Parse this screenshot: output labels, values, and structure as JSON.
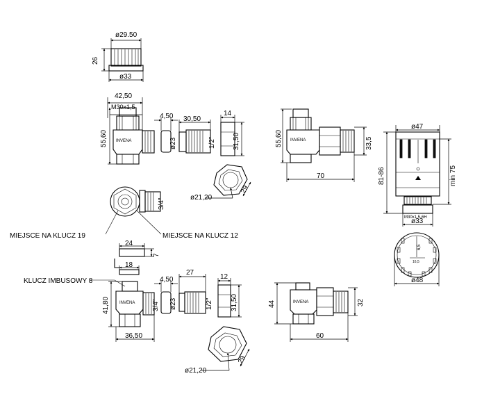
{
  "dims": {
    "d29_50": "ø29.50",
    "h26": "26",
    "d33_top": "ø33",
    "w42_50": "42,50",
    "m30": "M30x1,5",
    "h55_60a": "55,60",
    "w4_50a": "4,50",
    "d23a": "ø23",
    "w30_50": "30,50",
    "half_a": "1/2\"",
    "w14": "14",
    "h31_50a": "31,50",
    "d21_20a": "ø21,20",
    "s29a": "29",
    "h55_60b": "55,60",
    "h33_5": "33,5",
    "w70": "70",
    "three_q_a": "3/4\"",
    "d47": "ø47",
    "h81_86": "81-86",
    "min75": "min 75",
    "m30_6h": "M30x1,5-6H",
    "d33_head": "ø33",
    "v6_5": "6,5",
    "v16_5": "16,5",
    "d48": "ø48",
    "w24": "24",
    "h7": "7",
    "w18": "18",
    "h41_80": "41,80",
    "three_q_b": "3/4\"",
    "w4_50b": "4,50",
    "d23b": "ø23",
    "w27": "27",
    "half_b": "1/2\"",
    "w12": "12",
    "h31_50b": "31,50",
    "w36_50": "36,50",
    "h44": "44",
    "h32": "32",
    "w60": "60",
    "d21_20b": "ø21,20",
    "s29b": "29"
  },
  "labels": {
    "klucz19": "MIEJSCE NA KLUCZ 19",
    "klucz12": "MIEJSCE NA KLUCZ 12",
    "imbus": "KLUCZ IMBUSOWY 8"
  },
  "brand": "INVENA"
}
